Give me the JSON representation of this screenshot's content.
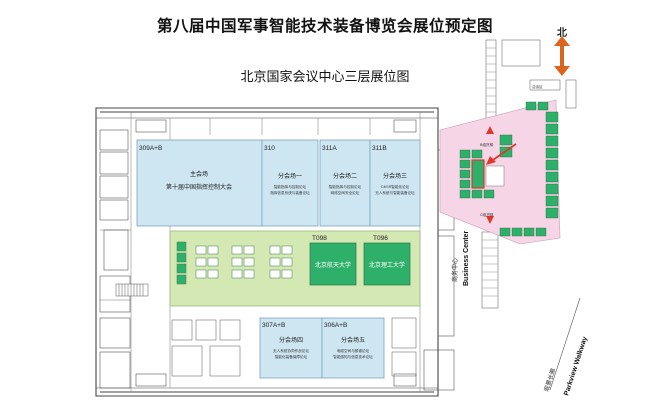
{
  "title": "第八届中国军事智能技术装备博览会展位预定图",
  "subtitle": "北京国家会议中心三层展位图",
  "north_label": "北",
  "halls": {
    "h309": {
      "code": "309A+B",
      "name": "主会场",
      "desc": "第十届中国指挥控制大会"
    },
    "h310": {
      "code": "310",
      "name": "分会场一",
      "desc1": "智能指挥与控制论坛",
      "desc2": "指挥信息系统与装备论坛"
    },
    "h311a": {
      "code": "311A",
      "name": "分会场二",
      "desc1": "智能指挥与控制论坛",
      "desc2": "网络空间安全论坛"
    },
    "h311b": {
      "code": "311B",
      "name": "分会场三",
      "desc1": "C4ISR智能化论坛",
      "desc2": "无人系统与智能装备论坛"
    },
    "h307": {
      "code": "307A+B",
      "name": "分会场四",
      "desc1": "无人系统协同作战论坛",
      "desc2": "智能化装备保障论坛"
    },
    "h306": {
      "code": "306A+B",
      "name": "分会场五",
      "desc1": "电磁空间与频谱论坛",
      "desc2": "智能感知与信息技术论坛"
    }
  },
  "booths": {
    "t098": {
      "code": "T098",
      "name": "北京航天大学"
    },
    "t096": {
      "code": "T096",
      "name": "北京理工大学"
    }
  },
  "labels": {
    "business_cn": "商务中心",
    "business_en": "Business Center",
    "parkview_cn": "观景长廊",
    "parkview_en": "Parkview Walkway",
    "stair_b": "B组货梯",
    "stair_c": "C组货梯",
    "lounge": "洽谈区"
  },
  "colors": {
    "hall_blue": "#cde6f2",
    "hall_green": "#d4e8b4",
    "booth_green": "#2fb06a",
    "lobby_pink": "#f6d6e6",
    "arrow_red": "#e0362c",
    "north_arrow": "#d9651f"
  }
}
